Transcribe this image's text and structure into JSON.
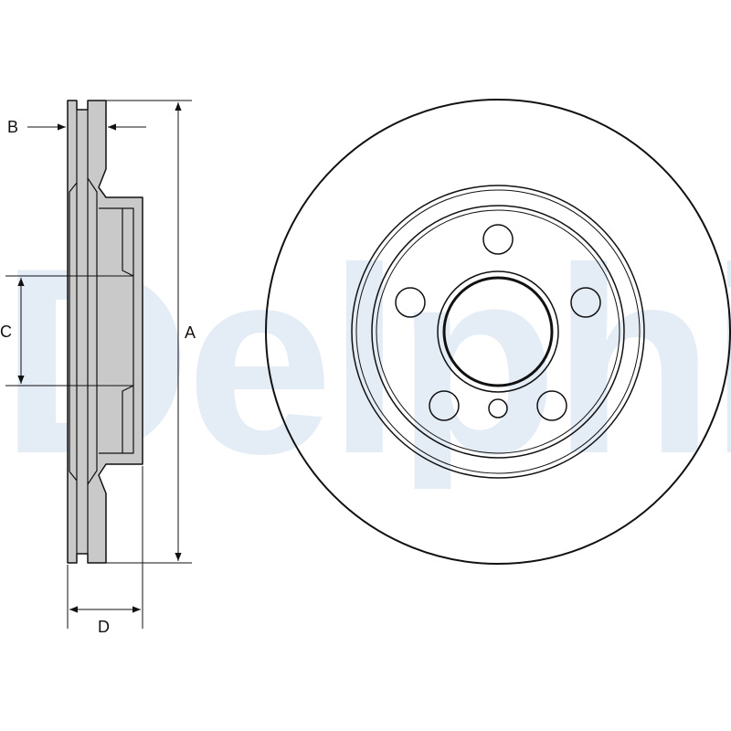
{
  "watermark": {
    "text": "Delphi",
    "color": "#e4ecf6"
  },
  "labels": {
    "a": "A",
    "b": "B",
    "c": "C",
    "d": "D"
  },
  "colors": {
    "line": "#111111",
    "section_fill": "#c9c9c9"
  }
}
